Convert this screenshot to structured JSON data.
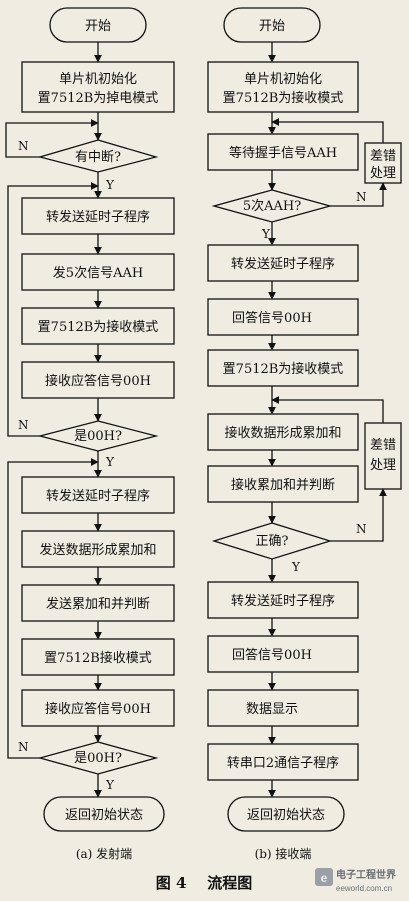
{
  "left": {
    "start": "开始",
    "init_line1": "单片机初始化",
    "init_line2": "置7512B为掉电模式",
    "d_interrupt": "有中断?",
    "p1": "转发送延时子程序",
    "p2": "发5次信号AAH",
    "p3": "置7512B为接收模式",
    "p4": "接收应答信号00H",
    "d_00h_1": "是00H?",
    "p5": "转发送延时子程序",
    "p6": "发送数据形成累加和",
    "p7": "发送累加和并判断",
    "p8": "置7512B接收模式",
    "p9": "接收应答信号00H",
    "d_00h_2": "是00H?",
    "end": "返回初始状态",
    "caption": "(a) 发射端"
  },
  "right": {
    "start": "开始",
    "init_line1": "单片机初始化",
    "init_line2": "置7512B为接收模式",
    "p_wait": "等待握手信号AAH",
    "d_5aah": "5次AAH?",
    "err1_line1": "差错",
    "err1_line2": "处理",
    "p1": "转发送延时子程序",
    "p2": "回答信号00H",
    "p3": "置7512B为接收模式",
    "p4": "接收数据形成累加和",
    "p5": "接收累加和并判断",
    "d_correct": "正确?",
    "err2_line1": "差错",
    "err2_line2": "处理",
    "p6": "转发送延时子程序",
    "p7": "回答信号00H",
    "p8": "数据显示",
    "p9": "转串口2通信子程序",
    "end": "返回初始状态",
    "caption": "(b) 接收端"
  },
  "labels": {
    "yes": "Y",
    "no": "N"
  },
  "figure_caption": "图 4    流程图",
  "watermark": {
    "line1": "电子工程世界",
    "line2": "eeworld.com.cn"
  },
  "colors": {
    "line": "#111111",
    "box_fill": "#f1ece2",
    "background": "#f1ece2"
  }
}
